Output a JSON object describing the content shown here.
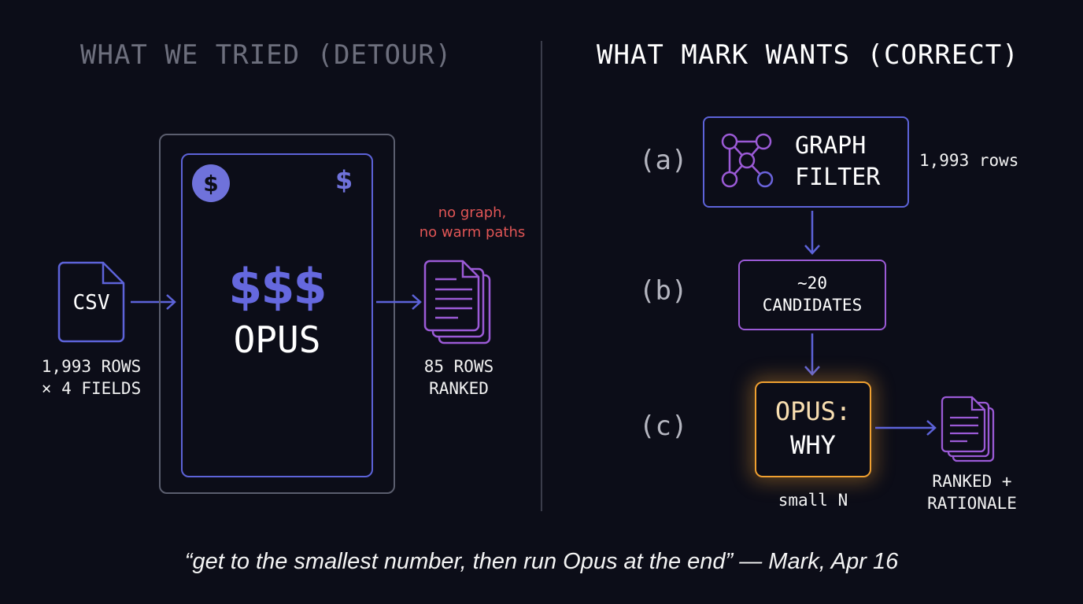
{
  "left_panel": {
    "title": "WHAT WE TRIED (DETOUR)",
    "input": {
      "file_label": "CSV",
      "caption": "1,993 ROWS\n× 4 FIELDS"
    },
    "model": {
      "cost_symbol": "$$$",
      "label": "OPUS",
      "coin_symbol": "$",
      "corner_symbol": "$"
    },
    "warning": "no graph,\nno warm paths",
    "output": {
      "caption": "85 ROWS\nRANKED"
    }
  },
  "right_panel": {
    "title": "WHAT MARK WANTS (CORRECT)",
    "steps": [
      {
        "label": "(a)",
        "box": "GRAPH\nFILTER",
        "line1": "GRAPH",
        "line2": "FILTER",
        "note": "1,993 rows"
      },
      {
        "label": "(b)",
        "box": "~20\nCANDIDATES"
      },
      {
        "label": "(c)",
        "line1": "OPUS:",
        "line2": "WHY",
        "note": "small N"
      }
    ],
    "output": {
      "caption": "RANKED +\nRATIONALE"
    }
  },
  "quote": "“get to the smallest number, then run Opus at the end” — Mark, Apr 16",
  "colors": {
    "background": "#0c0d18",
    "blue_accent": "#5d63d9",
    "purple_accent": "#9b5ad6",
    "orange_highlight": "#f0a030",
    "warning_red": "#e05555",
    "muted_title": "#6d6f7d"
  }
}
